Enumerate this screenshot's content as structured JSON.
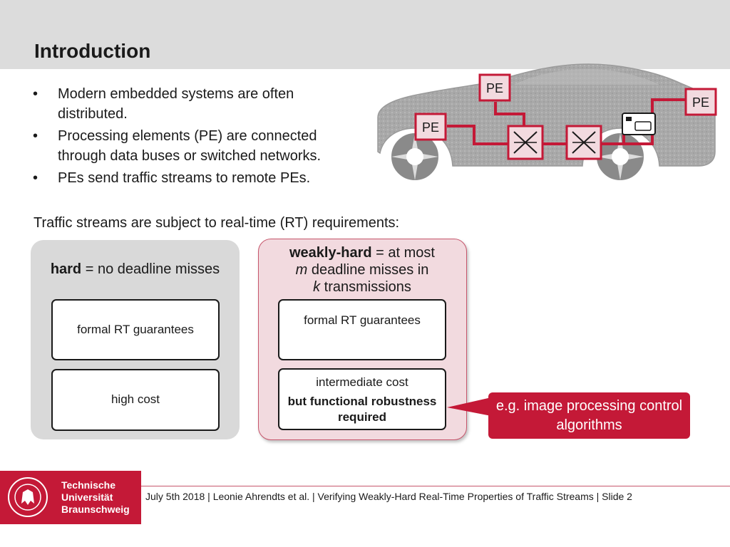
{
  "slide": {
    "title": "Introduction",
    "bullets": [
      "Modern embedded systems are often distributed.",
      "Processing elements (PE) are connected through data buses or switched networks.",
      "PEs send traffic streams to remote PEs."
    ],
    "rt_intro": "Traffic streams are subject to real-time (RT) requirements:"
  },
  "illustration": {
    "pe_labels": [
      "PE",
      "PE",
      "PE"
    ]
  },
  "hard": {
    "term": "hard",
    "definition": " = no deadline misses",
    "box1": "formal RT guarantees",
    "box2": "high cost"
  },
  "weakly_hard": {
    "term": "weakly-hard",
    "def_part1": " = at most",
    "m": "m",
    "def_part2": " deadline misses in",
    "k": "k",
    "def_part3": " transmissions",
    "box1": "formal RT guarantees",
    "box2_line1": "intermediate cost",
    "box2_bold": "but functional robustness required"
  },
  "callout": {
    "text": "e.g. image processing control algorithms"
  },
  "footer": {
    "text": "July 5th 2018 | Leonie Ahrendts et al. | Verifying Weakly-Hard Real-Time Properties of Traffic Streams | Slide 2",
    "logo_line1": "Technische",
    "logo_line2": "Universität",
    "logo_line3": "Braunschweig"
  },
  "colors": {
    "brand_red": "#c41937",
    "header_gray": "#dcdcdc",
    "panel_gray": "#d9d9d9",
    "panel_pink": "#f2dadf"
  }
}
